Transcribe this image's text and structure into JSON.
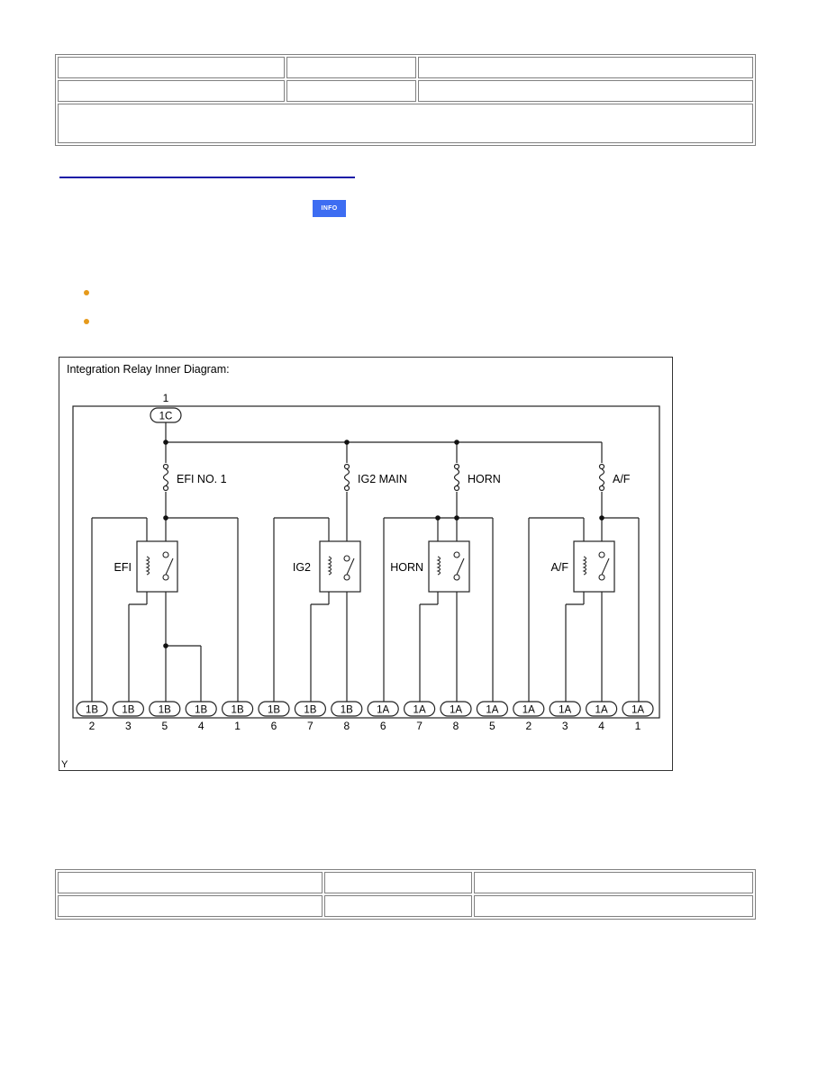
{
  "info_button": {
    "label": "INFO"
  },
  "diagram": {
    "title": "Integration Relay Inner Diagram:",
    "input_connector": {
      "label": "1C",
      "pin": "1"
    },
    "fuses": [
      "EFI NO. 1",
      "IG2 MAIN",
      "HORN",
      "A/F"
    ],
    "relays": [
      "EFI",
      "IG2",
      "HORN",
      "A/F"
    ],
    "terminals": [
      {
        "connector": "1B",
        "pin": "2"
      },
      {
        "connector": "1B",
        "pin": "3"
      },
      {
        "connector": "1B",
        "pin": "5"
      },
      {
        "connector": "1B",
        "pin": "4"
      },
      {
        "connector": "1B",
        "pin": "1"
      },
      {
        "connector": "1B",
        "pin": "6"
      },
      {
        "connector": "1B",
        "pin": "7"
      },
      {
        "connector": "1B",
        "pin": "8"
      },
      {
        "connector": "1A",
        "pin": "6"
      },
      {
        "connector": "1A",
        "pin": "7"
      },
      {
        "connector": "1A",
        "pin": "8"
      },
      {
        "connector": "1A",
        "pin": "5"
      },
      {
        "connector": "1A",
        "pin": "2"
      },
      {
        "connector": "1A",
        "pin": "3"
      },
      {
        "connector": "1A",
        "pin": "4"
      },
      {
        "connector": "1A",
        "pin": "1"
      }
    ],
    "figure_code": "Y"
  }
}
